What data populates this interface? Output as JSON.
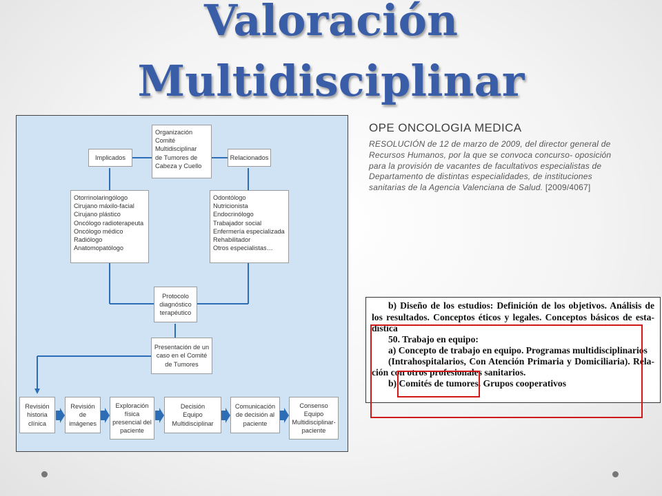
{
  "title": {
    "line1": "Valoración",
    "line2": "Multidisciplinar"
  },
  "flowchart": {
    "organization": "Organización\nComité\nMultidisciplinar\nde Tumores de\nCabeza y Cuello",
    "implicados": "Implicados",
    "relacionados": "Relacionados",
    "implicados_list": "Otorrinolaringólogo\nCirujano máxilo-facial\nCirujano plástico\nOncólogo radioterapeuta\nOncólogo médico\nRadiólogo\nAnatomopatólogo",
    "relacionados_list": "Odontólogo\nNutricionista\nEndocrinólogo\nTrabajador social\nEnfermería especializada\nRehabilitador\nOtros especialistas…",
    "protocolo": "Protocolo\ndiagnóstico\nterapéutico",
    "presentacion": "Presentación de un\ncaso en el Comité\nde Tumores",
    "steps": [
      "Revisión\nhistoria\nclínica",
      "Revisión\nde\nimágenes",
      "Exploración\nfísica\npresencial del\npaciente",
      "Decisión\nEquipo\nMultidisciplinar",
      "Comunicación\nde decisión al\npaciente",
      "Consenso\nEquipo\nMultidisciplinar-\npaciente"
    ]
  },
  "text": {
    "heading": "OPE ONCOLOGIA MEDICA",
    "resolution": "RESOLUCIÓN de 12 de marzo de 2009, del director general de Recursos Humanos, por la que se convoca concurso- oposición para la provisión de vacantes de facultativos especialistas de Departamento de distintas especialidades, de instituciones sanitarias de la Agencia Valenciana de Salud.",
    "reference": "[2009/4067]"
  },
  "excerpt": {
    "l1": "b) Diseño de los estudios: Definición de los objetivos. Análisis de",
    "l2": "los resultados. Conceptos éticos y legales. Conceptos básicos de esta-",
    "l3": "dística",
    "l4": "50. Trabajo en equipo:",
    "l5": "a) Concepto de trabajo en equipo. Programas multidisciplinarios",
    "l6": "(Intrahospitalarios, Con Atención Primaria y Domiciliaria). Rela-",
    "l7": "ción con otros profesionales sanitarios.",
    "l8": "b) Comités de tumores. Grupos cooperativos"
  },
  "colors": {
    "title": "#3a5da8",
    "panel": "#d0e3f4",
    "arrow": "#2d6db5",
    "highlight": "#d01818"
  }
}
